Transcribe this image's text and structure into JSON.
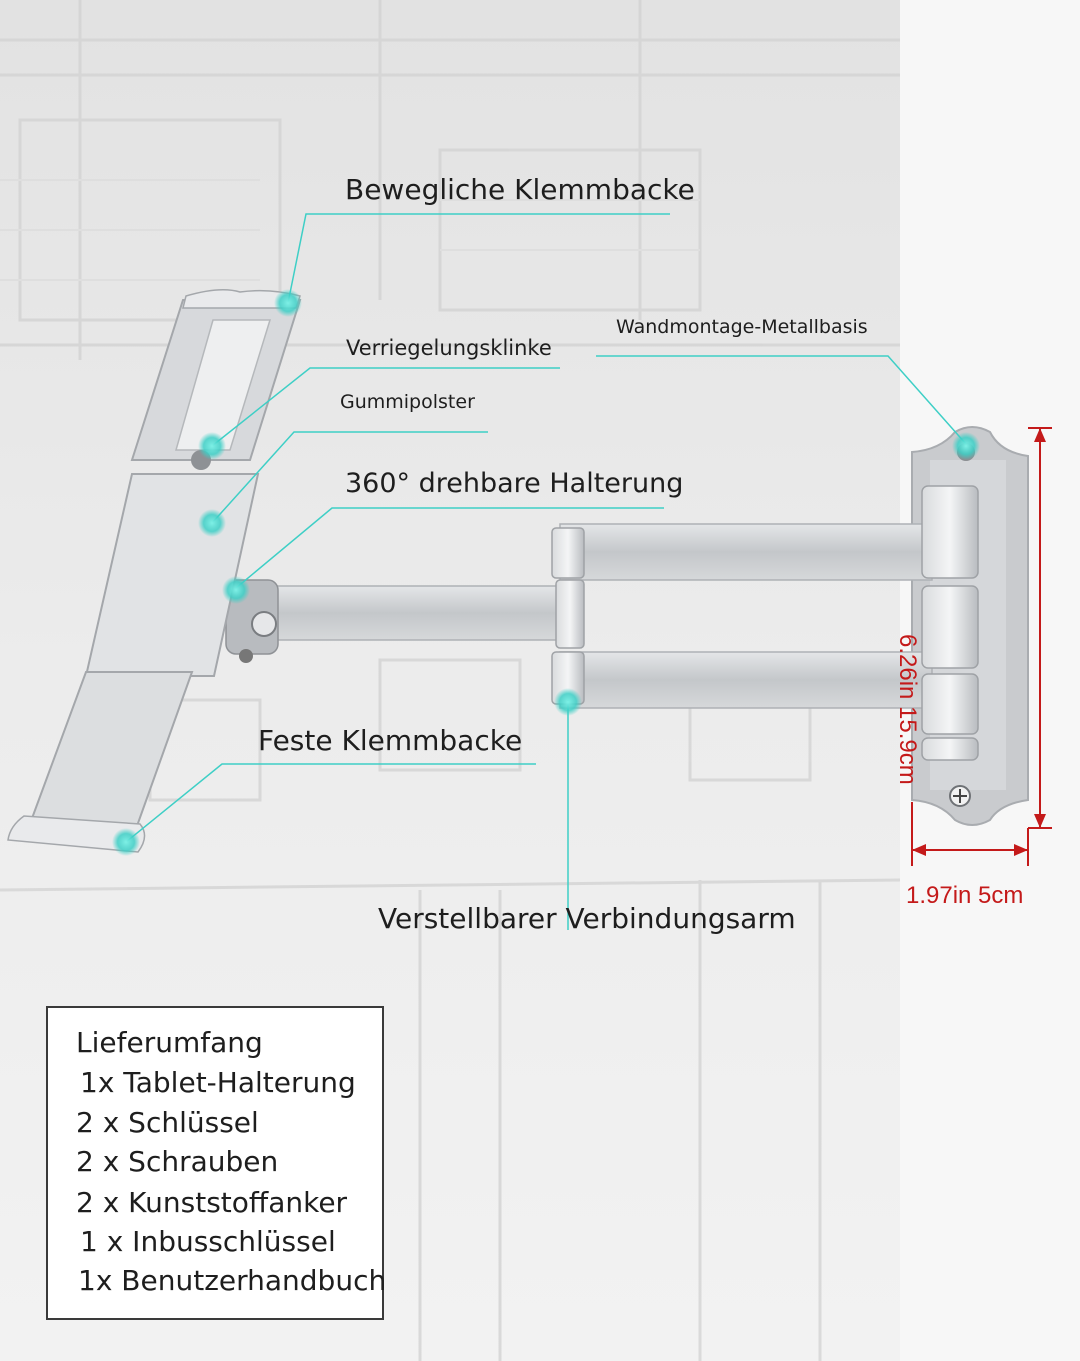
{
  "callouts": {
    "movable_jaw": "Bewegliche Klemmbacke",
    "wall_base": "Wandmontage-Metallbasis",
    "latch": "Verriegelungsklinke",
    "rubber_pad": "Gummipolster",
    "swivel_mount": "360° drehbare Halterung",
    "fixed_jaw": "Feste Klemmbacke",
    "arm": "Verstellbarer Verbindungsarm"
  },
  "dimensions": {
    "height": "6.26in 15.9cm",
    "width": "1.97in 5cm"
  },
  "package": {
    "title": "Lieferumfang",
    "items": [
      "1x Tablet-Halterung",
      "2 x Schlüssel",
      "2 x Schrauben",
      "2 x Kunststoffanker",
      "1 x Inbusschlüssel",
      "1x Benutzerhandbuch"
    ]
  },
  "colors": {
    "callout_line": "#3ecfc6",
    "dimension": "#c41a1a",
    "metal": "#c7c9cc"
  }
}
